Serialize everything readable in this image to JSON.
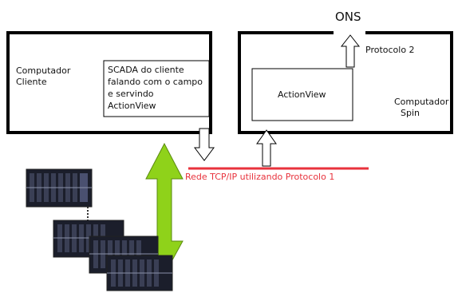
{
  "client_computer": {
    "label_line1": "Computador",
    "label_line2": "Cliente"
  },
  "scada_box": {
    "line1": "SCADA do cliente",
    "line2": "falando com o campo",
    "line3": "e servindo",
    "line4": "ActionView"
  },
  "spin_computer": {
    "label_line1": "Computador",
    "label_line2": "Spin"
  },
  "actionview_box": {
    "label": "ActionView"
  },
  "ons": {
    "label": "ONS"
  },
  "protocol2": {
    "label": "Protocolo 2"
  },
  "network": {
    "label": "Rede TCP/IP utilizando Protocolo 1",
    "color": "#e8323c"
  },
  "link_arrow": {
    "color": "#8fd21a"
  }
}
